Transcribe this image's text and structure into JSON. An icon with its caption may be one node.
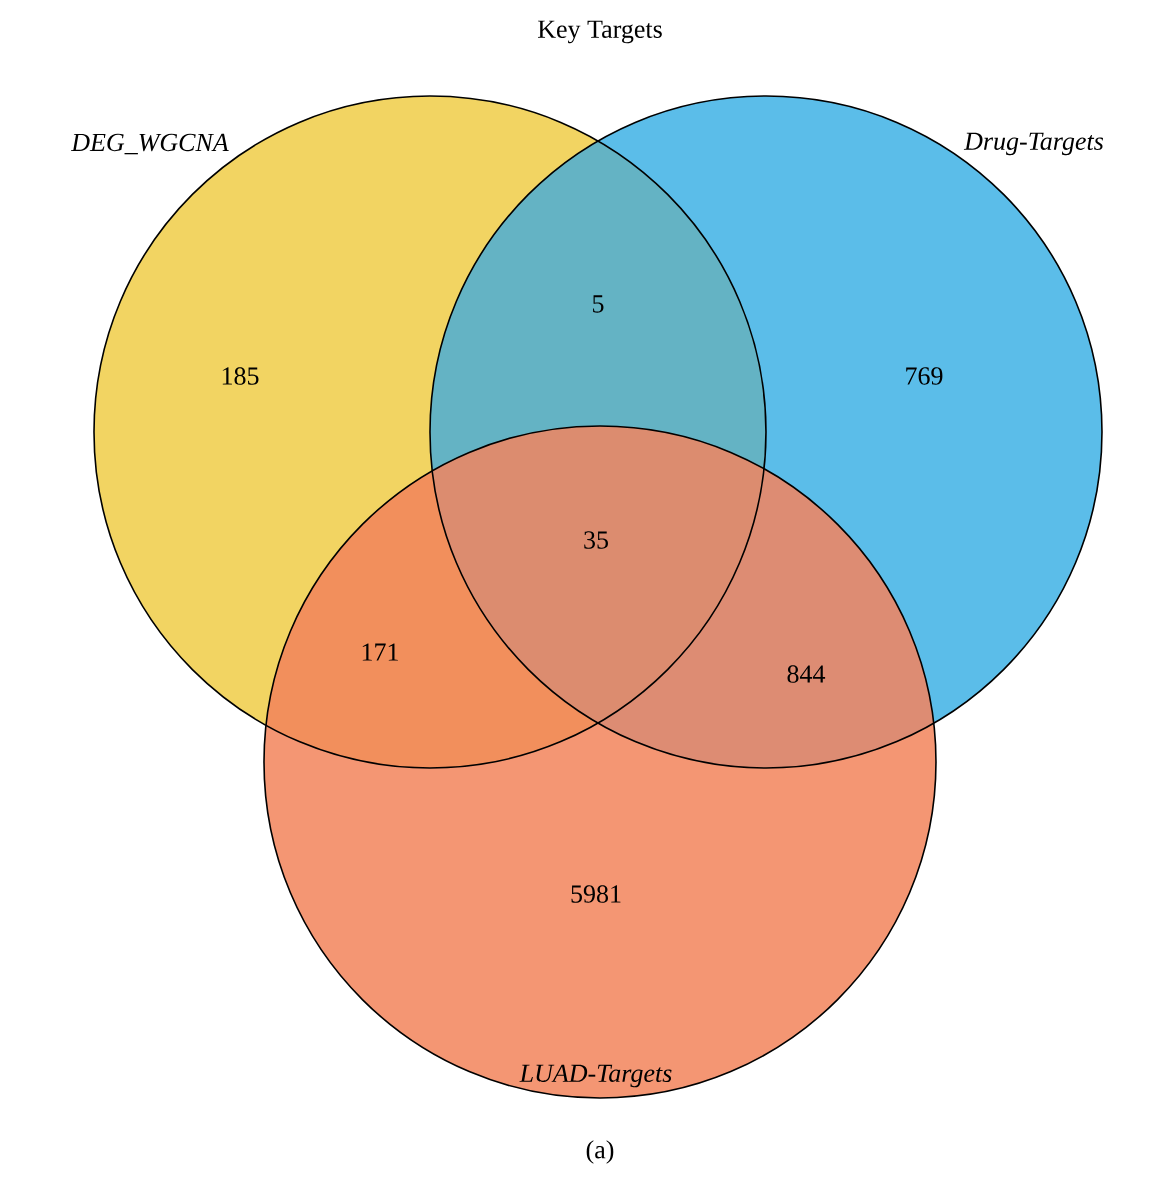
{
  "diagram": {
    "title": "Key Targets",
    "caption": "(a)",
    "nodes": [
      {
        "text": [
          "DEG_WGCNA"
        ]
      },
      {
        "text": [
          "Drug-Targets"
        ]
      },
      {
        "text": [
          "LUAD-Targets"
        ]
      }
    ],
    "labels": [
      "185",
      "5",
      "769",
      "35",
      "171",
      "844",
      "5981"
    ]
  }
}
